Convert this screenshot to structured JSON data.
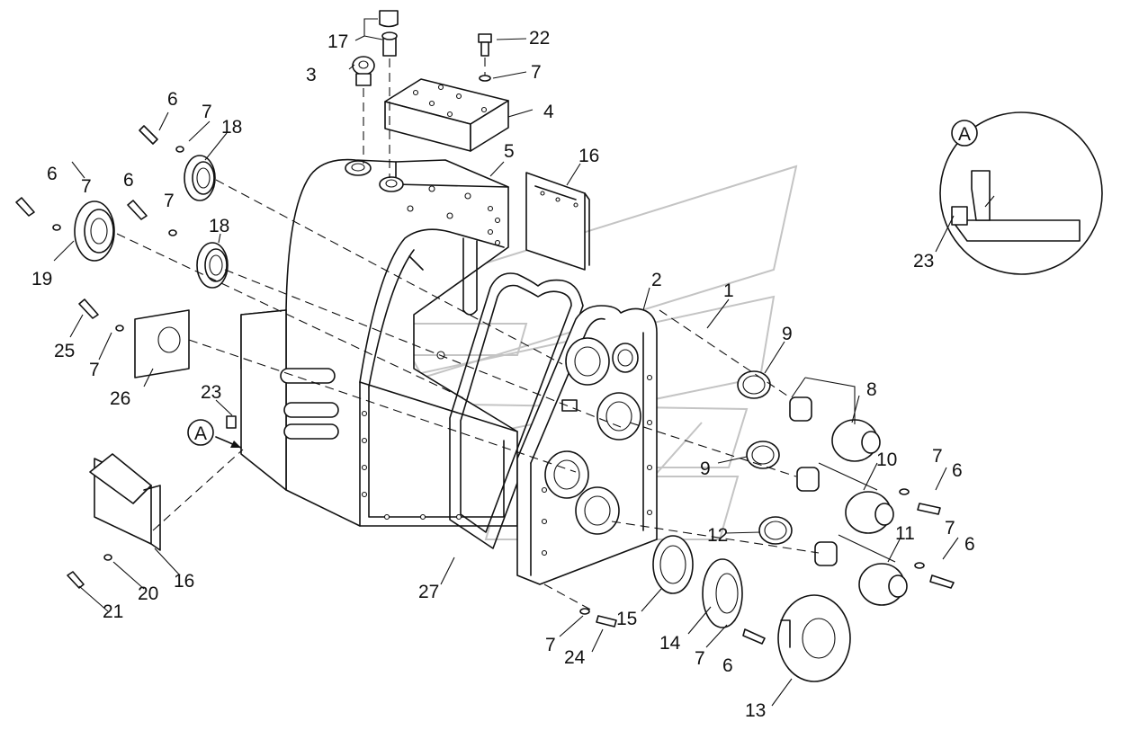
{
  "callouts": [
    {
      "id": "c1",
      "text": "1"
    },
    {
      "id": "c2",
      "text": "2"
    },
    {
      "id": "c3",
      "text": "3"
    },
    {
      "id": "c4",
      "text": "4"
    },
    {
      "id": "c5",
      "text": "5"
    },
    {
      "id": "c6a",
      "text": "6"
    },
    {
      "id": "c6b",
      "text": "6"
    },
    {
      "id": "c6c",
      "text": "6"
    },
    {
      "id": "c6d",
      "text": "6"
    },
    {
      "id": "c6e",
      "text": "6"
    },
    {
      "id": "c6f",
      "text": "6"
    },
    {
      "id": "c7a",
      "text": "7"
    },
    {
      "id": "c7b",
      "text": "7"
    },
    {
      "id": "c7c",
      "text": "7"
    },
    {
      "id": "c7d",
      "text": "7"
    },
    {
      "id": "c7e",
      "text": "7"
    },
    {
      "id": "c7f",
      "text": "7"
    },
    {
      "id": "c7g",
      "text": "7"
    },
    {
      "id": "c7h",
      "text": "7"
    },
    {
      "id": "c7i",
      "text": "7"
    },
    {
      "id": "c8",
      "text": "8"
    },
    {
      "id": "c9a",
      "text": "9"
    },
    {
      "id": "c9b",
      "text": "9"
    },
    {
      "id": "c10",
      "text": "10"
    },
    {
      "id": "c11",
      "text": "11"
    },
    {
      "id": "c12",
      "text": "12"
    },
    {
      "id": "c13",
      "text": "13"
    },
    {
      "id": "c14",
      "text": "14"
    },
    {
      "id": "c15",
      "text": "15"
    },
    {
      "id": "c16a",
      "text": "16"
    },
    {
      "id": "c16b",
      "text": "16"
    },
    {
      "id": "c17",
      "text": "17"
    },
    {
      "id": "c18a",
      "text": "18"
    },
    {
      "id": "c18b",
      "text": "18"
    },
    {
      "id": "c19",
      "text": "19"
    },
    {
      "id": "c20",
      "text": "20"
    },
    {
      "id": "c21",
      "text": "21"
    },
    {
      "id": "c22",
      "text": "22"
    },
    {
      "id": "c23a",
      "text": "23"
    },
    {
      "id": "c23b",
      "text": "23"
    },
    {
      "id": "c24",
      "text": "24"
    },
    {
      "id": "c25",
      "text": "25"
    },
    {
      "id": "c26",
      "text": "26"
    },
    {
      "id": "c27",
      "text": "27"
    }
  ],
  "view_marks": {
    "section_arrow": "A",
    "detail_view": "A"
  },
  "icons": {
    "watermark": "company-logo-watermark"
  }
}
